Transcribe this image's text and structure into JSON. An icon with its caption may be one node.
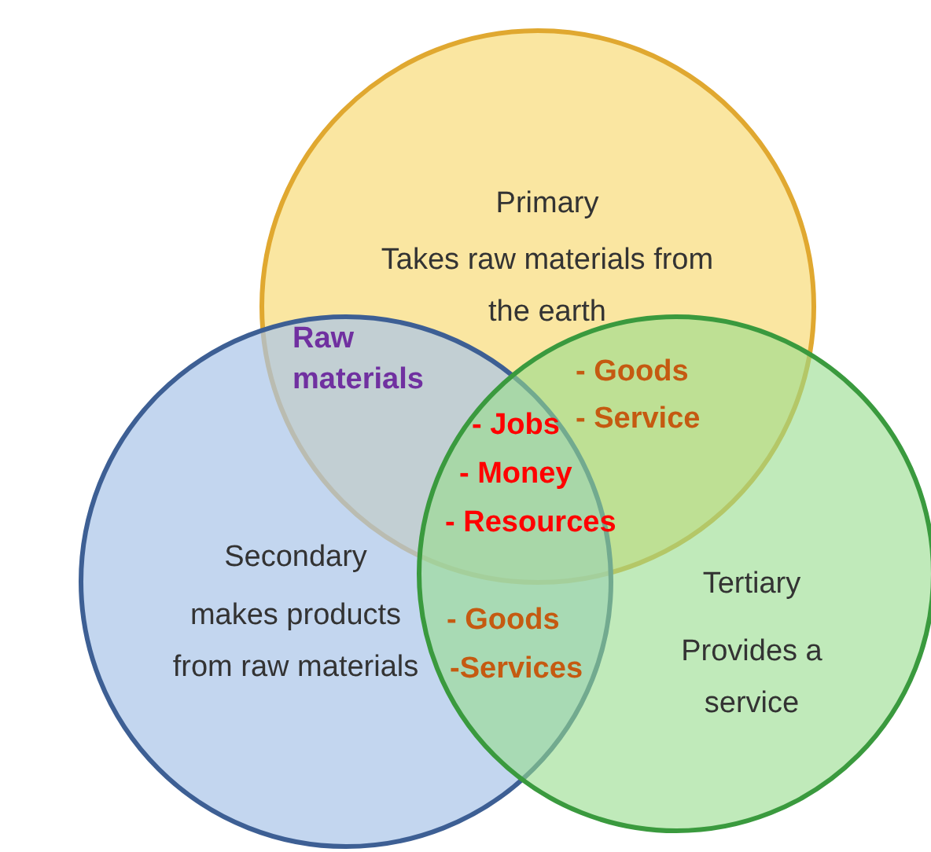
{
  "diagram": {
    "nodes": [
      {
        "text": [
          "Primary",
          "Takes raw materials from the earth"
        ]
      },
      {
        "text": [
          "Secondary",
          "makes products from raw materials"
        ]
      },
      {
        "text": [
          "Tertiary",
          "Provides a service"
        ]
      }
    ],
    "labels": [
      "Raw materials",
      "- Goods",
      "- Service",
      "- Jobs",
      "- Money",
      "- Resources",
      "- Goods",
      "-Services"
    ]
  }
}
